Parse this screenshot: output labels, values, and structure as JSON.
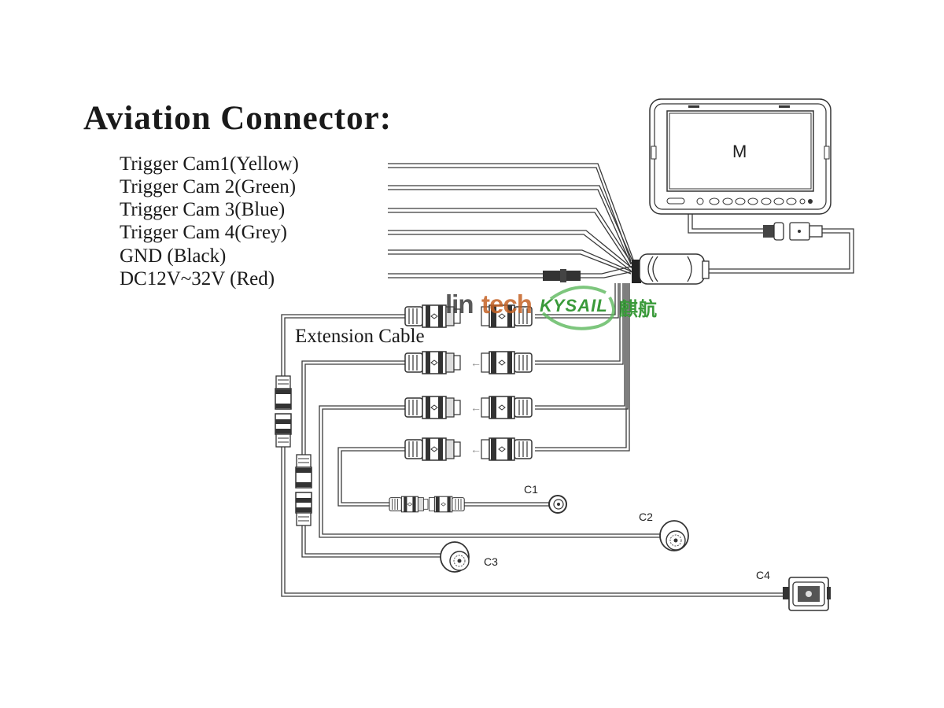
{
  "diagram": {
    "title": "Aviation Connector:",
    "wires": [
      {
        "label": "Trigger Cam1(Yellow)",
        "color_name": "Yellow"
      },
      {
        "label": "Trigger Cam 2(Green)",
        "color_name": "Green"
      },
      {
        "label": "Trigger Cam 3(Blue)",
        "color_name": "Blue"
      },
      {
        "label": "Trigger Cam 4(Grey)",
        "color_name": "Grey"
      },
      {
        "label": "GND (Black)",
        "color_name": "Black"
      },
      {
        "label": "DC12V~32V (Red)",
        "color_name": "Red"
      }
    ],
    "extension_label": "Extension Cable",
    "monitor": {
      "label": "M"
    },
    "cameras": [
      {
        "id": "C1",
        "type": "bullet-camera"
      },
      {
        "id": "C2",
        "type": "dome-camera"
      },
      {
        "id": "C3",
        "type": "dome-camera"
      },
      {
        "id": "C4",
        "type": "box-camera"
      }
    ],
    "watermark": {
      "part1": "lin",
      "part2": "tech",
      "part3": "KYSAIL",
      "part4": "麒航",
      "colors": {
        "dark": "#3c3c3c",
        "orange": "#c46224",
        "green": "#3a9a3a"
      }
    },
    "line_color": "#3a3a3a"
  }
}
